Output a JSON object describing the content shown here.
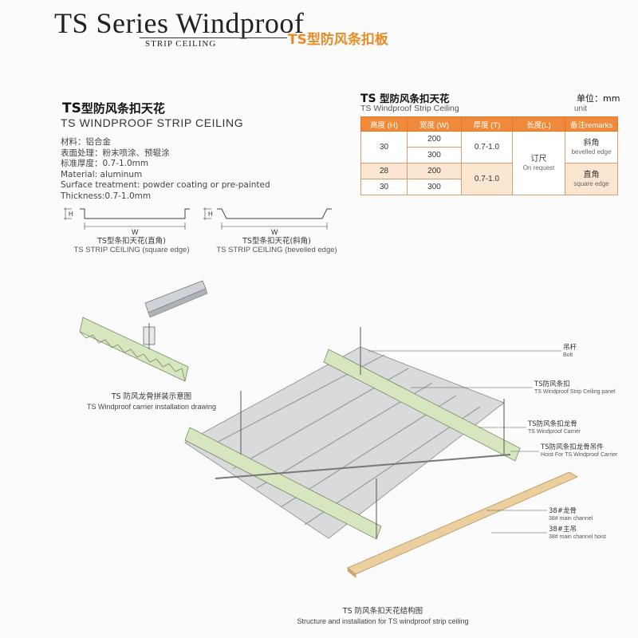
{
  "header": {
    "title": "TS Series Windproof",
    "subtitle": "STRIP CEILING",
    "title_cn": "TS型防风条扣板"
  },
  "spec": {
    "title_prefix": "TS",
    "title_cn": "型防风条扣天花",
    "title_en": "TS WINDPROOF  STRIP CEILING",
    "lines": [
      "材料：铝合金",
      "表面处理：粉末喷涂、预辊涂",
      "标准厚度：0.7-1.0mm",
      "Material: aluminum",
      "Surface treatment: powder coating or pre-painted",
      "Thickness:0.7-1.0mm"
    ]
  },
  "table": {
    "title_prefix": "TS",
    "title_cn": " 型防风条扣天花",
    "title_en": "TS Windproof  Strip Ceiling",
    "unit_cn": "单位：mm",
    "unit_en": "unit",
    "headers": [
      "高度 (H)",
      "宽度 (W)",
      "厚度 (T)",
      "长度(L)",
      "备注remarks"
    ],
    "rows": {
      "r1_height": "30",
      "r1_width_a": "200",
      "r1_width_b": "300",
      "r1_thickness": "0.7-1.0",
      "length_cn": "订尺",
      "length_en": "On request",
      "r1_remark_cn": "斜角",
      "r1_remark_en": "bevelled edge",
      "r2_height_a": "28",
      "r2_height_b": "30",
      "r2_width_a": "200",
      "r2_width_b": "300",
      "r2_thickness": "0.7-1.0",
      "r2_remark_cn": "直角",
      "r2_remark_en": "square edge"
    }
  },
  "profiles": {
    "h_mark": "H",
    "w_mark": "W",
    "square_cn": "TS型条扣天花(直角)",
    "square_en": "TS STRIP CEILING (square edge)",
    "bevel_cn": "TS型条扣天花(斜角)",
    "bevel_en": "TS STRIP CEILING (bevelled edge)"
  },
  "carrier": {
    "caption_cn": "TS 防风龙骨拼装示意图",
    "caption_en": "TS Windproof carrier installation drawing"
  },
  "callouts": [
    {
      "cn": "吊杆",
      "en": "Bolt"
    },
    {
      "cn": "TS防风条扣",
      "en": "TS Windproof  Strip Ceiling panel"
    },
    {
      "cn": "TS防风条扣龙骨",
      "en": "TS Windproof Carrier"
    },
    {
      "cn": "TS防风条扣龙骨吊件",
      "en": "Hoist For TS Windproof Carrier"
    },
    {
      "cn": "38#龙骨",
      "en": "38# main channel"
    },
    {
      "cn": "38#主吊",
      "en": "38# main channel hoist"
    }
  ],
  "structure": {
    "caption_cn": "TS 防风条扣天花结构图",
    "caption_en": "Structure and installation for TS windproof strip ceiling"
  },
  "colors": {
    "accent_orange": "#e98b25",
    "table_header": "#f08a3a",
    "carrier_green": "#d6e6bf",
    "panel_gray": "#d9dadc",
    "edge_tan": "#eccf9f"
  }
}
